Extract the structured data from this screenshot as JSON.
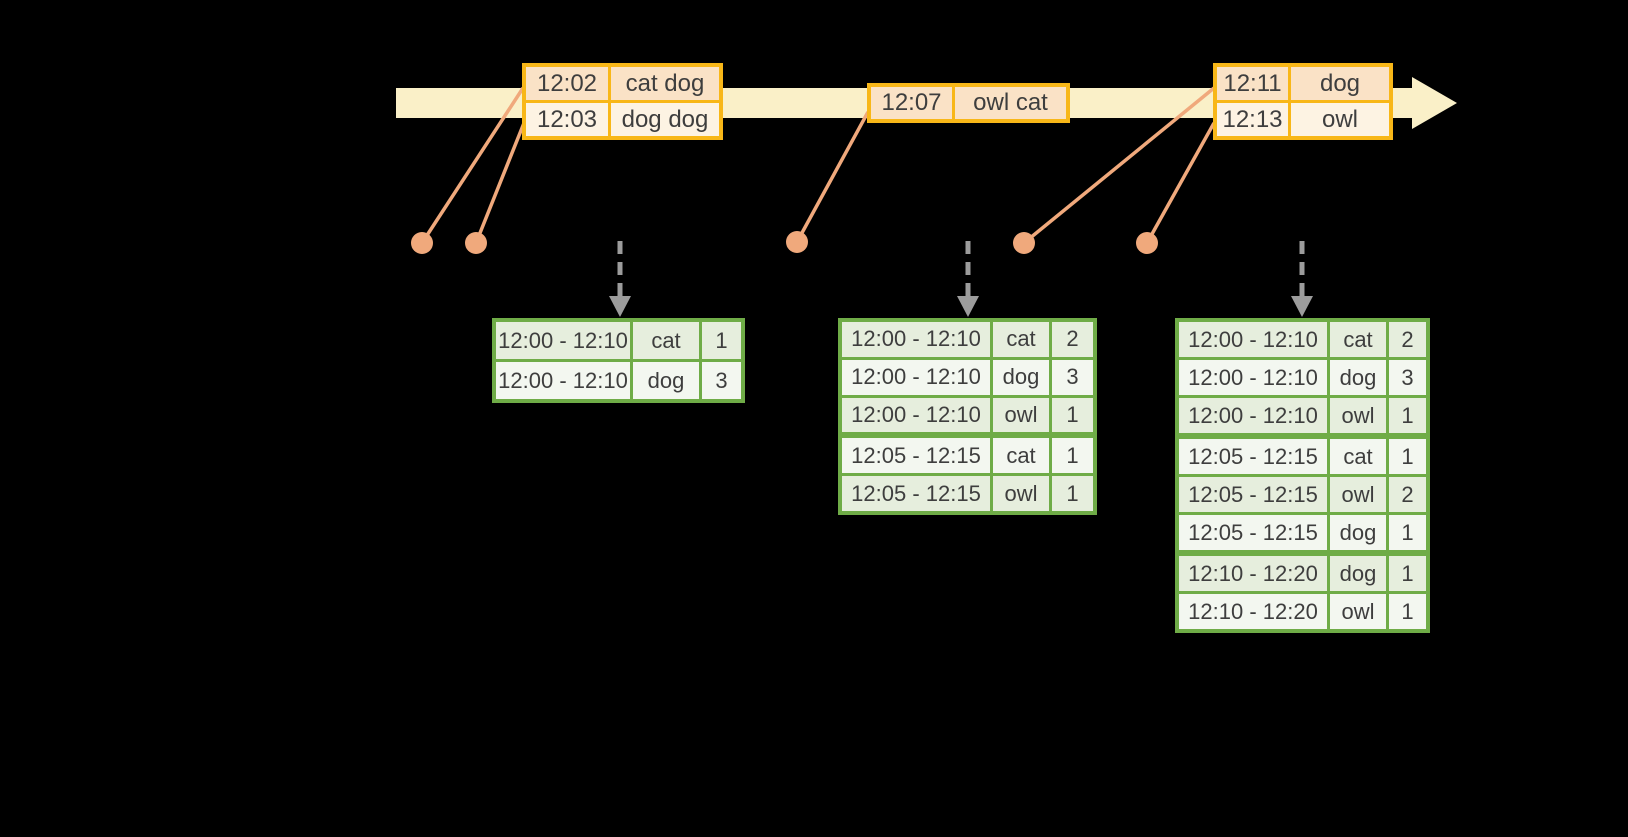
{
  "palette": {
    "background": "#000000",
    "timeline_band": "#FAF0C8",
    "event_border": "#F8B718",
    "event_row_dark": "#FAE2C6",
    "event_row_light": "#FDF3E3",
    "connector": "#F0A97C",
    "trigger_arrow": "#9C9C9C",
    "result_border": "#6FAC47",
    "result_row_dark": "#E6EEDD",
    "result_row_light": "#F3F7F0",
    "text": "#3E3E3E"
  },
  "timeline": {
    "direction": "right",
    "event_dot_count": 5,
    "trigger_arrow_count": 3
  },
  "event_tables": [
    {
      "rows": [
        {
          "time": "12:02",
          "words": "cat dog"
        },
        {
          "time": "12:03",
          "words": "dog dog"
        }
      ]
    },
    {
      "rows": [
        {
          "time": "12:07",
          "words": "owl cat"
        }
      ]
    },
    {
      "rows": [
        {
          "time": "12:11",
          "words": "dog"
        },
        {
          "time": "12:13",
          "words": "owl"
        }
      ]
    }
  ],
  "result_tables": [
    {
      "rows": [
        {
          "window": "12:00 - 12:10",
          "word": "cat",
          "count": "1"
        },
        {
          "window": "12:00 - 12:10",
          "word": "dog",
          "count": "3"
        }
      ]
    },
    {
      "rows": [
        {
          "window": "12:00 - 12:10",
          "word": "cat",
          "count": "2"
        },
        {
          "window": "12:00 - 12:10",
          "word": "dog",
          "count": "3"
        },
        {
          "window": "12:00 - 12:10",
          "word": "owl",
          "count": "1"
        },
        {
          "window": "12:05 - 12:15",
          "word": "cat",
          "count": "1"
        },
        {
          "window": "12:05 - 12:15",
          "word": "owl",
          "count": "1"
        }
      ]
    },
    {
      "rows": [
        {
          "window": "12:00 - 12:10",
          "word": "cat",
          "count": "2"
        },
        {
          "window": "12:00 - 12:10",
          "word": "dog",
          "count": "3"
        },
        {
          "window": "12:00 - 12:10",
          "word": "owl",
          "count": "1"
        },
        {
          "window": "12:05 - 12:15",
          "word": "cat",
          "count": "1"
        },
        {
          "window": "12:05 - 12:15",
          "word": "owl",
          "count": "2"
        },
        {
          "window": "12:05 - 12:15",
          "word": "dog",
          "count": "1"
        },
        {
          "window": "12:10 - 12:20",
          "word": "dog",
          "count": "1"
        },
        {
          "window": "12:10 - 12:20",
          "word": "owl",
          "count": "1"
        }
      ]
    }
  ]
}
